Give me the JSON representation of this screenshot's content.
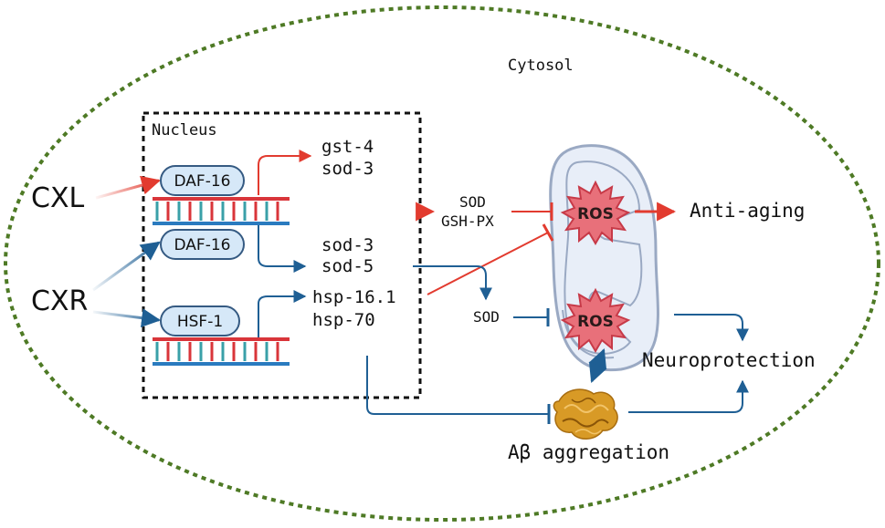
{
  "labels": {
    "cytosol": "Cytosol",
    "nucleus": "Nucleus",
    "cxl": "CXL",
    "cxr": "CXR",
    "daf16_top": "DAF-16",
    "daf16_mid": "DAF-16",
    "hsf1": "HSF-1",
    "gst4": "gst-4",
    "sod3_top": "sod-3",
    "sod3_mid": "sod-3",
    "sod5": "sod-5",
    "hsp161": "hsp-16.1",
    "hsp70": "hsp-70",
    "sod_enzyme": "SOD",
    "gshpx": "GSH-PX",
    "sod_blue": "SOD",
    "ros_top": "ROS",
    "ros_bottom": "ROS",
    "anti_aging": "Anti-aging",
    "neuroprotection": "Neuroprotection",
    "abeta": "Aβ aggregation"
  },
  "colors": {
    "cell_border": "#4e7a25",
    "red_arrow": "#e23b2f",
    "blue_arrow": "#1f5f94",
    "tf_fill": "#d6e8f8",
    "tf_stroke": "#355a82",
    "dna_red": "#d9353a",
    "dna_blue": "#2a7bbf",
    "dna_teal": "#3aa0a8",
    "mito_fill": "#e8eef8",
    "mito_stroke": "#9aa9c3",
    "ros_fill": "#e8707a",
    "ros_stroke": "#c73a48",
    "abeta_fill": "#d89a26"
  }
}
